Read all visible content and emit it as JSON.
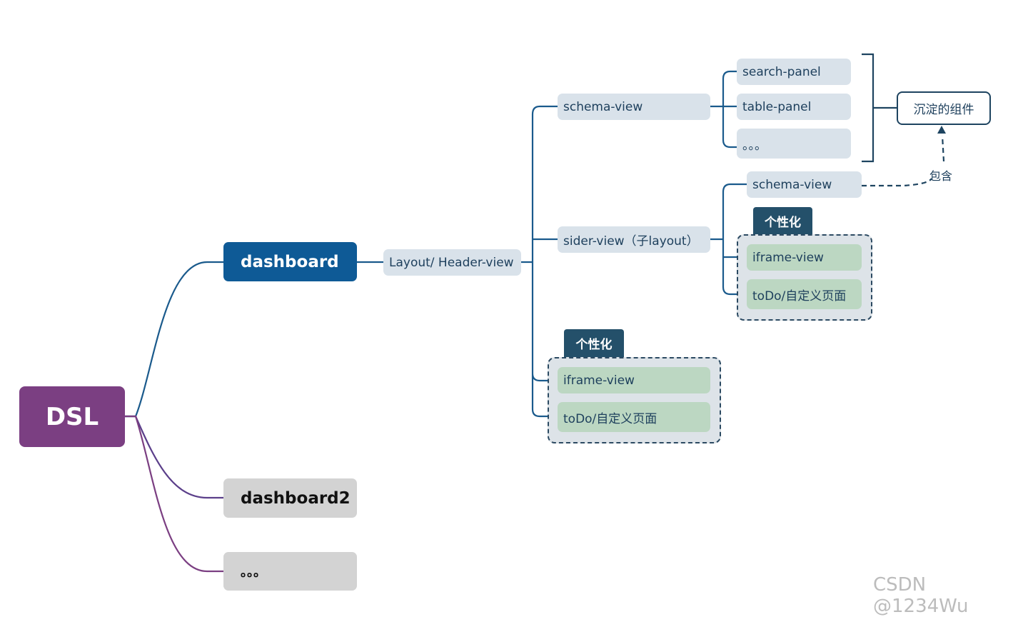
{
  "root": {
    "label": "DSL"
  },
  "branches": [
    {
      "label": "dashboard",
      "state": "active"
    },
    {
      "label": "dashboard2",
      "state": "muted"
    },
    {
      "label": "。。。",
      "state": "muted"
    }
  ],
  "layout_node": {
    "label": "Layout/ Header-view"
  },
  "views": [
    {
      "label": "schema-view",
      "children": [
        {
          "label": "search-panel"
        },
        {
          "label": "table-panel"
        },
        {
          "label": "。。。"
        }
      ],
      "summary": {
        "label": "沉淀的组件"
      }
    },
    {
      "label": "sider-view（子layout）",
      "children": [
        {
          "label": "schema-view"
        }
      ],
      "group": {
        "tag": "个性化",
        "items": [
          {
            "label": "iframe-view"
          },
          {
            "label": "toDo/自定义页面"
          }
        ]
      }
    }
  ],
  "direct_group": {
    "tag": "个性化",
    "items": [
      {
        "label": "iframe-view"
      },
      {
        "label": "toDo/自定义页面"
      }
    ]
  },
  "relation": {
    "label": "包含"
  },
  "watermark": "CSDN @1234Wu",
  "colors": {
    "root": "#7b3f82",
    "active_branch": "#0e5a96",
    "muted_branch": "#d3d3d3",
    "topic": "#d9e2ea",
    "custom_topic": "#bcd7c2",
    "tag": "#24506a",
    "line_blue": "#1a5a8c",
    "line_purple": "#6a3f86"
  }
}
